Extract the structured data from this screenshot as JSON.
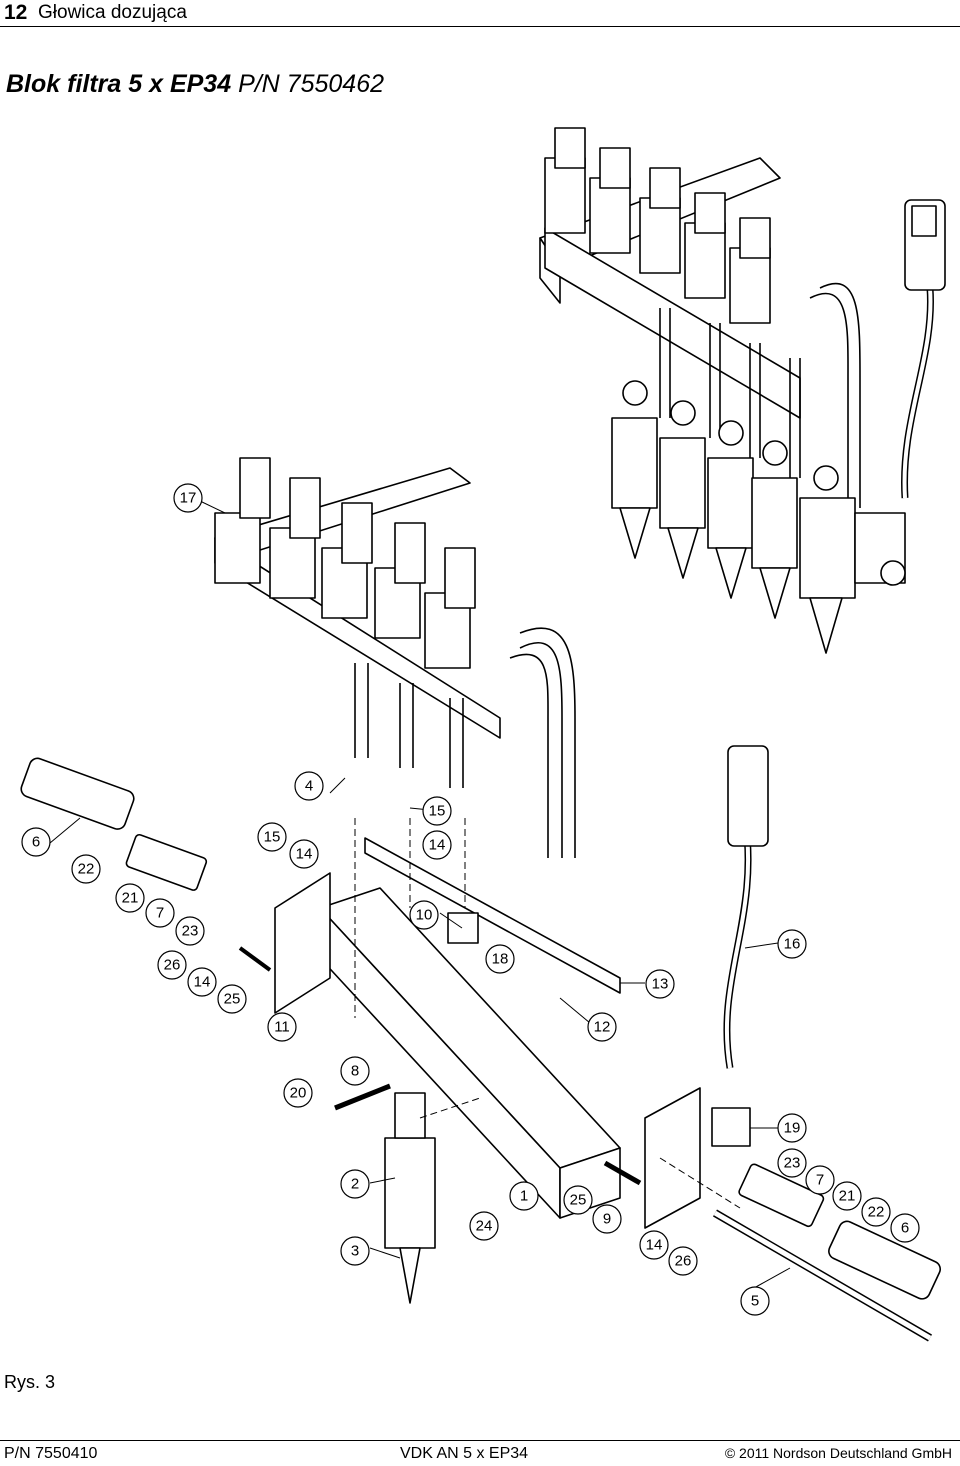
{
  "header": {
    "page_number": "12",
    "section": "Głowica dozująca"
  },
  "title": {
    "main": "Blok filtra 5 x EP34",
    "pn": "P/N 7550462"
  },
  "figure": {
    "callouts": [
      "17",
      "6",
      "22",
      "21",
      "7",
      "23",
      "26",
      "14",
      "25",
      "4",
      "15",
      "15",
      "14",
      "14",
      "10",
      "11",
      "18",
      "13",
      "12",
      "8",
      "20",
      "16",
      "19",
      "23",
      "7",
      "21",
      "22",
      "6",
      "2",
      "1",
      "25",
      "24",
      "9",
      "14",
      "26",
      "3",
      "5"
    ]
  },
  "caption": "Rys. 3",
  "footer": {
    "left": "P/N 7550410",
    "center": "VDK AN 5 x EP34",
    "right": "© 2011 Nordson Deutschland GmbH"
  }
}
